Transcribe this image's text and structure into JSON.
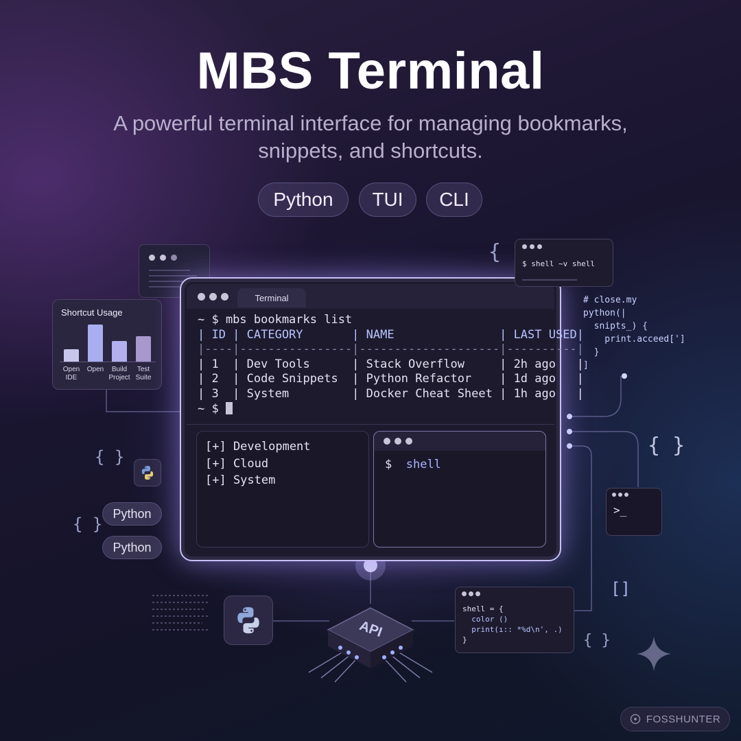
{
  "header": {
    "title": "MBS Terminal",
    "subtitle_line1": "A powerful terminal interface for managing bookmarks,",
    "subtitle_line2": "snippets, and shortcuts.",
    "tags": [
      "Python",
      "TUI",
      "CLI"
    ]
  },
  "terminal": {
    "tab_label": "Terminal",
    "command_line": "~ $ mbs bookmarks list",
    "table_header": "| ID | CATEGORY       | NAME               | LAST USED|",
    "table_divider": "|----|----------------|--------------------|----------|",
    "rows": [
      "| 1  | Dev Tools      | Stack Overflow     | 2h ago   |",
      "| 2  | Code Snippets  | Python Refactor    | 1d ago   |",
      "| 3  | System         | Docker Cheat Sheet | 1h ago   |"
    ],
    "prompt": "~ $ ",
    "tree_items": [
      "[+] Development",
      "[+] Cloud",
      "[+] System"
    ],
    "shell_prompt": "$",
    "shell_command": "shell"
  },
  "shortcut_chart": {
    "title": "Shortcut Usage",
    "labels": [
      [
        "Open",
        "IDE"
      ],
      [
        "Open",
        ""
      ],
      [
        "Build",
        "Project"
      ],
      [
        "Test",
        "Suite"
      ]
    ]
  },
  "side_windows": {
    "top_right_command": "$ shell ~v shell",
    "floating_code": [
      "# close.my",
      "python(|",
      "  snipts_) {",
      "    print.acceed[']",
      "  }",
      "]"
    ],
    "bottom_code": [
      "shell = {",
      "  color ()",
      "  print(ı:: *%d\\n', .)",
      "}"
    ],
    "mini_terminal_prompt": ">_"
  },
  "decor": {
    "braces_text": "{ }",
    "bracket_text": "[]",
    "python_chips": [
      "Python",
      "Python"
    ],
    "api_label": "API"
  },
  "brand": {
    "name": "FOSSHUNTER"
  },
  "colors": {
    "accent": "#c7bff5",
    "bar_light": "#a9aef0",
    "bar_pale": "#c9c6ee",
    "bar_muted": "#a898cc"
  }
}
